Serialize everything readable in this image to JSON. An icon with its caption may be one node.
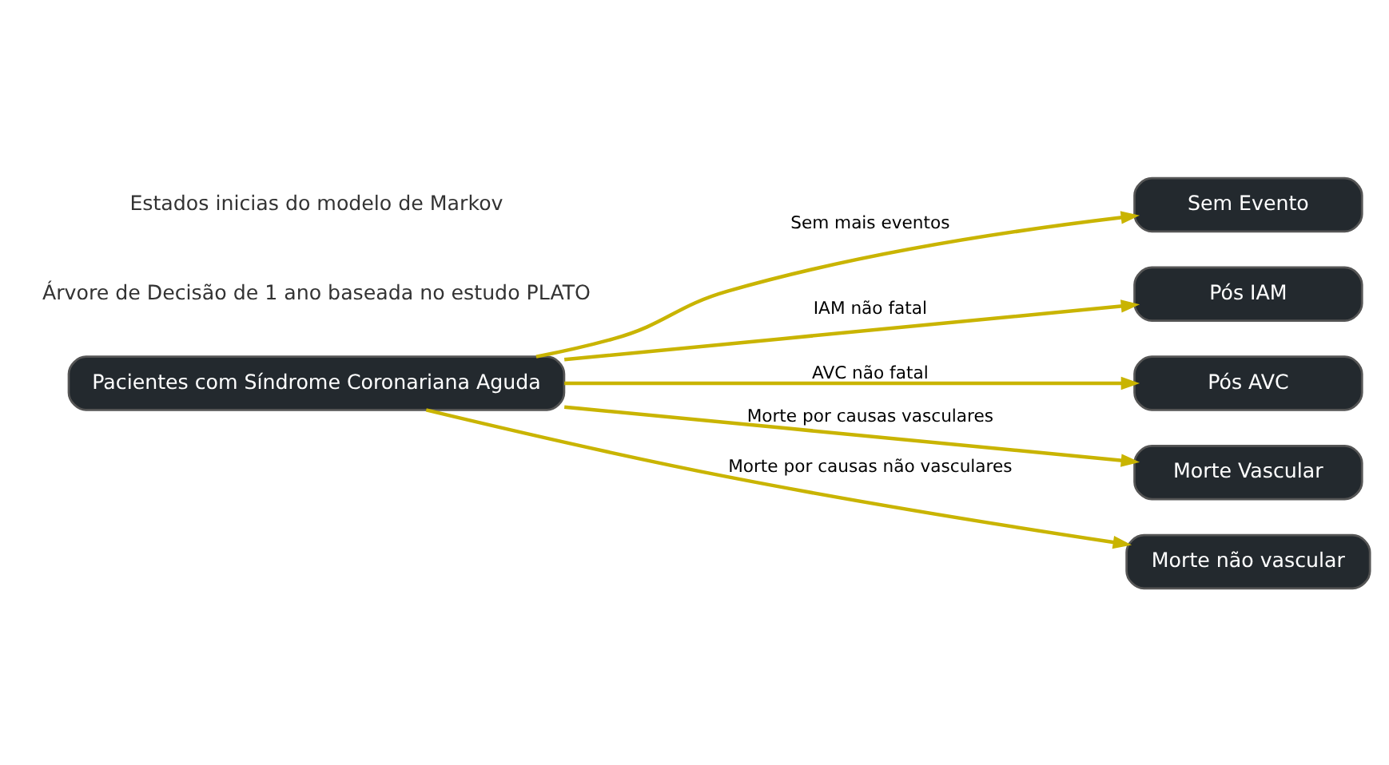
{
  "diagram": {
    "nodes": [
      {
        "text": [
          "Pacientes com Síndrome Coronariana Aguda"
        ]
      },
      {
        "text": [
          "Sem Evento"
        ]
      },
      {
        "text": [
          "Pós IAM"
        ]
      },
      {
        "text": [
          "Pós AVC"
        ]
      },
      {
        "text": [
          "Morte Vascular"
        ]
      },
      {
        "text": [
          "Morte não vascular"
        ]
      }
    ],
    "edges": [
      {
        "from": 0,
        "to": 1,
        "arrow": "to",
        "label": "Sem mais eventos"
      },
      {
        "from": 0,
        "to": 2,
        "arrow": "to",
        "label": "IAM não fatal"
      },
      {
        "from": 0,
        "to": 3,
        "arrow": "to",
        "label": "AVC não fatal"
      },
      {
        "from": 0,
        "to": 4,
        "arrow": "to",
        "label": "Morte por causas vasculares"
      },
      {
        "from": 0,
        "to": 5,
        "arrow": "to",
        "label": "Morte por causas não vasculares"
      }
    ],
    "labels": [
      "Árvore de Decisão de 1 ano baseada no estudo PLATO",
      "Estados inicias do modelo de Markov"
    ]
  }
}
